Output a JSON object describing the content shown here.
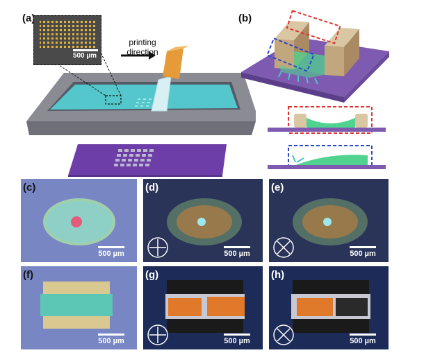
{
  "figure": {
    "panel_labels": [
      "(a)",
      "(b)",
      "(c)",
      "(d)",
      "(e)",
      "(f)",
      "(g)",
      "(h)"
    ],
    "printing_direction_label": [
      "printing",
      "direction"
    ],
    "scale_bar_label": "500 µm",
    "colors": {
      "substrate_purple": "#7e5bb0",
      "blue_background": "#7886c4",
      "dark_background": "#2a3358",
      "cyan_fluid": "#54c7cc",
      "orange_nozzle": "#e69a3a",
      "red_box": "#e0312d",
      "blue_box": "#2e46c6",
      "green_meniscus": "#4fd38f"
    },
    "polarizer_icons": {
      "d": "crossed-arrows-icon",
      "e": "diagonal-crossed-arrows-icon",
      "g": "crossed-arrows-icon",
      "h": "diagonal-crossed-arrows-icon"
    }
  }
}
